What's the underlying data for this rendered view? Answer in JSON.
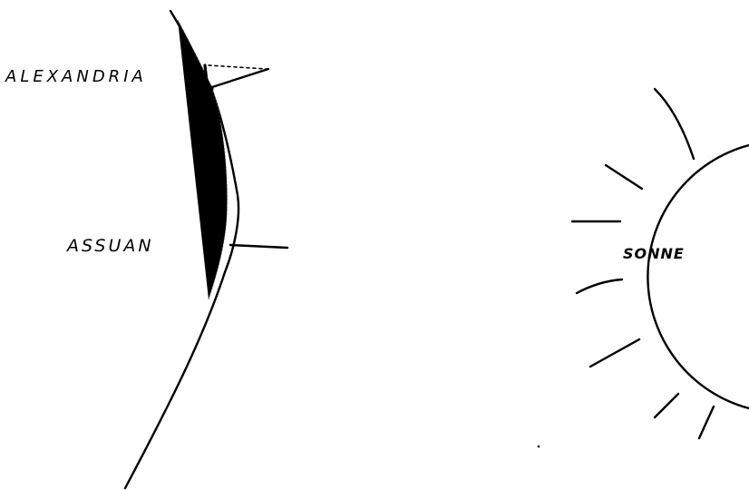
{
  "diagram": {
    "labels": {
      "alexandria": "ALEXANDRIA",
      "assuan": "ASSUAN",
      "sonne": "SONNE"
    }
  }
}
